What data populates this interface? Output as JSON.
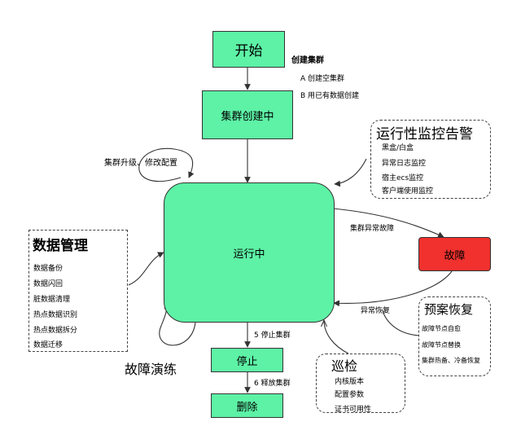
{
  "nodes": {
    "start": "开始",
    "creating": "集群创建中",
    "running": "运行中",
    "fault": "故障",
    "stop": "停止",
    "delete": "删除"
  },
  "labels": {
    "create_cluster": "创建集群",
    "create_option_a": "A 创建空集群",
    "create_option_b": "B 用已有数据创建",
    "upgrade": "集群升级、修改配置",
    "abnormal_fault": "集群异常故障",
    "abnormal_recover": "异常恢复",
    "stop_cluster": "5 停止集群",
    "release_cluster": "6 释放集群",
    "fault_drill": "故障演练"
  },
  "panels": {
    "monitoring": {
      "title": "运行性监控告警",
      "items": [
        "黑盒/白盒",
        "异常日志监控",
        "宿主ecs监控",
        "客户端使用监控"
      ]
    },
    "data_management": {
      "title": "数据管理",
      "items": [
        "数据备份",
        "数据闪回",
        "脏数据清理",
        "热点数据识别",
        "热点数据拆分",
        "数据迁移"
      ]
    },
    "recovery_plan": {
      "title": "预案恢复",
      "items": [
        "故障节点自愈",
        "故障节点替换",
        "集群热备、冷备恢复"
      ]
    },
    "inspection": {
      "title": "巡检",
      "items": [
        "内核版本",
        "配置参数",
        "证书可用性"
      ]
    }
  },
  "colors": {
    "node_green": "#5df2a6",
    "fault_red": "#f0312e",
    "line": "#333333"
  }
}
